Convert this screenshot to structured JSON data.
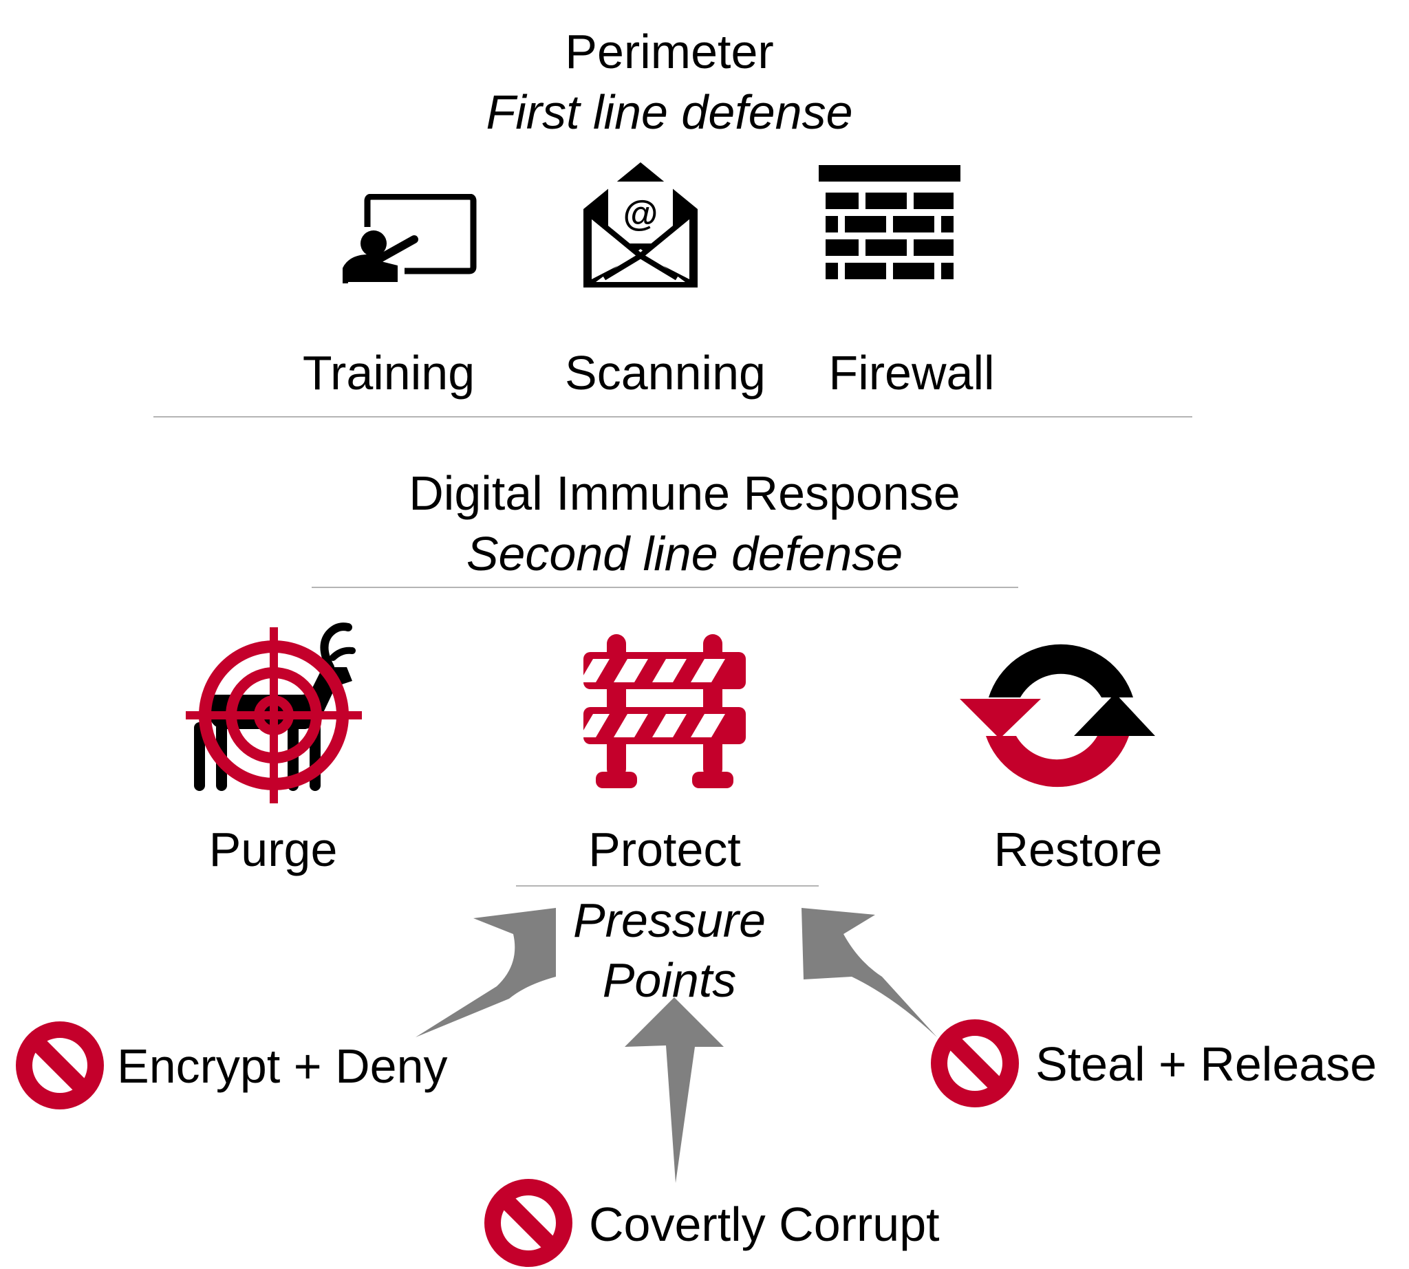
{
  "perimeter": {
    "title": "Perimeter",
    "subtitle": "First line defense",
    "items": [
      {
        "label": "Training",
        "icon": "training-presentation-icon"
      },
      {
        "label": "Scanning",
        "icon": "email-scan-icon"
      },
      {
        "label": "Firewall",
        "icon": "firewall-icon"
      }
    ]
  },
  "immune": {
    "title": "Digital Immune Response",
    "subtitle": "Second line defense",
    "items": [
      {
        "label": "Purge",
        "icon": "target-crosshair-icon"
      },
      {
        "label": "Protect",
        "icon": "barricade-icon"
      },
      {
        "label": "Restore",
        "icon": "restore-cycle-icon"
      }
    ]
  },
  "pressure": {
    "line1": "Pressure",
    "line2": "Points"
  },
  "threats": [
    {
      "label": "Encrypt + Deny",
      "icon": "prohibited-icon"
    },
    {
      "label": "Covertly Corrupt",
      "icon": "prohibited-icon"
    },
    {
      "label": "Steal + Release",
      "icon": "prohibited-icon"
    }
  ],
  "colors": {
    "accent": "#c4002b",
    "arrow": "#808080",
    "divider": "#b4b4b4"
  }
}
